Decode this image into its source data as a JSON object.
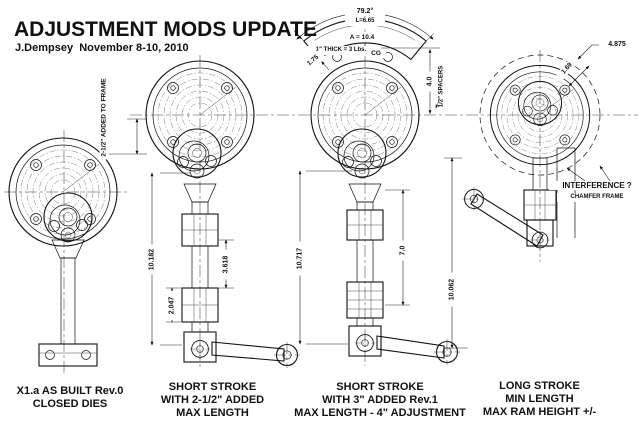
{
  "header": {
    "title": "ADJUSTMENT MODS UPDATE",
    "subtitle": "J.Dempsey  November 8-10, 2010"
  },
  "figures": {
    "as_built": {
      "caption": [
        "X1.a  AS BUILT Rev.0",
        "CLOSED DIES"
      ],
      "dims": {
        "added_frame": "2-1/2\" ADDED TO FRAME"
      }
    },
    "short_stroke_2_5": {
      "caption": [
        "SHORT STROKE",
        "WITH 2-1/2\" ADDED",
        "MAX LENGTH"
      ],
      "dims": {
        "overall": "10.182",
        "adjust": "3.618",
        "coupler": "2.047"
      }
    },
    "short_stroke_3": {
      "caption": [
        "SHORT STROKE",
        "WITH 3\" ADDED Rev.1",
        "MAX LENGTH - 4\" ADJUSTMENT"
      ],
      "dims": {
        "overall": "10.717",
        "adjust": "7.0",
        "arc_angle": "79.2°",
        "arc_length": "L=6.65",
        "area": "A = 10.4",
        "thickness": "1\" THICK = 3 Lbs.",
        "cg": "CG",
        "edge": "1.75",
        "spacer_height": "4.0",
        "spacers": "1/2\" SPACERS"
      }
    },
    "long_stroke": {
      "caption": [
        "LONG STROKE",
        "MIN LENGTH",
        "MAX RAM HEIGHT +/-"
      ],
      "dims": {
        "overall": "10.062",
        "swing_radius": "4.875",
        "edge": "1.69"
      },
      "note": [
        "INTERFERENCE ?",
        "CHAMFER FRAME"
      ]
    }
  },
  "colors": {
    "ink": "#111111",
    "paper": "#ffffff"
  }
}
